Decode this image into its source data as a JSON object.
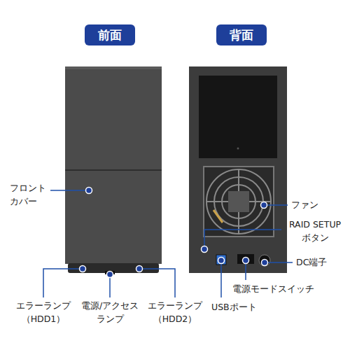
{
  "diagram": {
    "nodes": [
      {
        "text": [
          "前面"
        ]
      },
      {
        "text": [
          "背面"
        ]
      }
    ],
    "labels": [
      "フロント カバー",
      "ファン",
      "RAID SETUP ボタン",
      "DC端子",
      "電源モードスイッチ",
      "USBポート",
      "エラーランプ （HDD1）",
      "電源/アクセス ランプ",
      "エラーランプ （HDD2）"
    ]
  }
}
